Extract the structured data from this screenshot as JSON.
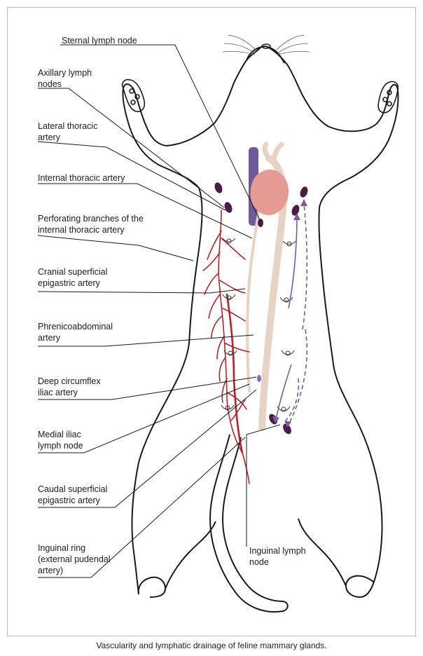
{
  "caption": "Vascularity and lymphatic drainage of feline mammary glands.",
  "labels": {
    "sternal_node": "Sternal lymph node",
    "axillary_nodes": "Axillary lymph\nnodes",
    "lateral_thoracic": "Lateral thoracic\nartery",
    "internal_thoracic": "Internal thoracic artery",
    "perforating": "Perforating branches of the\ninternal thoracic artery",
    "cranial_epigastric": "Cranial superficial\nepigastric artery",
    "phrenicoabdominal": "Phrenicoabdominal\nartery",
    "deep_circumflex": "Deep circumflex\niliac artery",
    "medial_iliac": "Medial iliac\nlymph node",
    "caudal_epigastric": "Caudal superficial\nepigastric artery",
    "inguinal_ring": "Inguinal ring\n(external pudendal\nartery)",
    "inguinal_node": "Inguinal lymph\nnode"
  },
  "colors": {
    "artery": "#b3262a",
    "aorta": "#e6d3c3",
    "heart": "#e59b93",
    "vena_cava": "#6e5a9a",
    "lymph_node": "#4a1c4a",
    "lymph_flow": "#7b5aa0",
    "outline": "#1a1a1a"
  }
}
